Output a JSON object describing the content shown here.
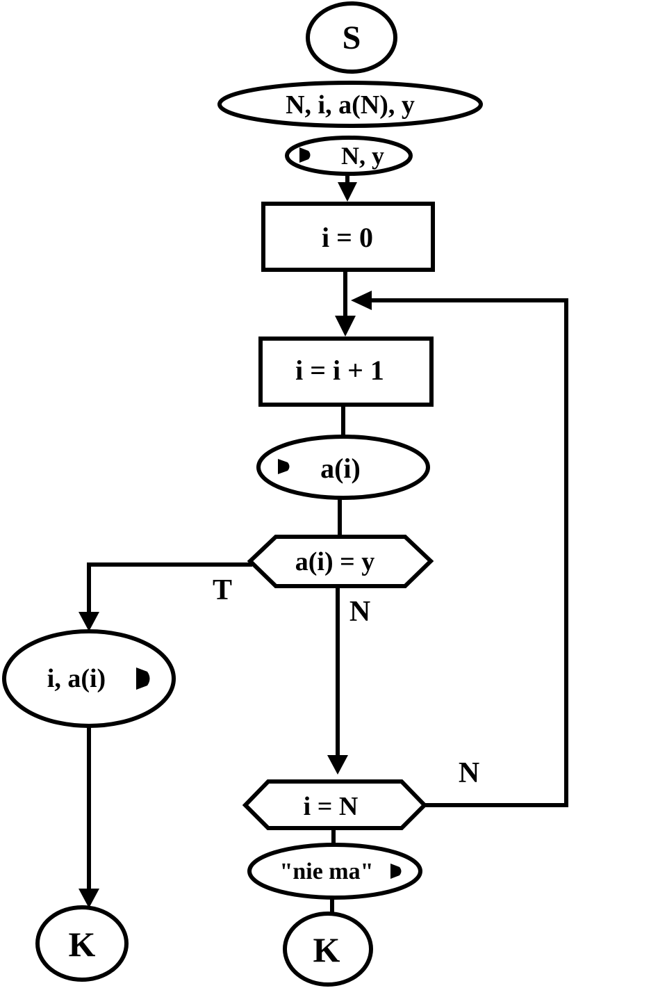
{
  "nodes": {
    "start": "S",
    "declare": "N, i, a(N), y",
    "input_n_y": "N, y",
    "init": "i = 0",
    "increment": "i = i + 1",
    "input_ai": "a(i)",
    "compare": "a(i) = y",
    "output_found": "i, a(i)",
    "check_end": "i = N",
    "output_not_found": "\"nie ma\"",
    "end_left": "K",
    "end_right": "K"
  },
  "edge_labels": {
    "compare_true": "T",
    "compare_false": "N",
    "loop_back": "N"
  }
}
